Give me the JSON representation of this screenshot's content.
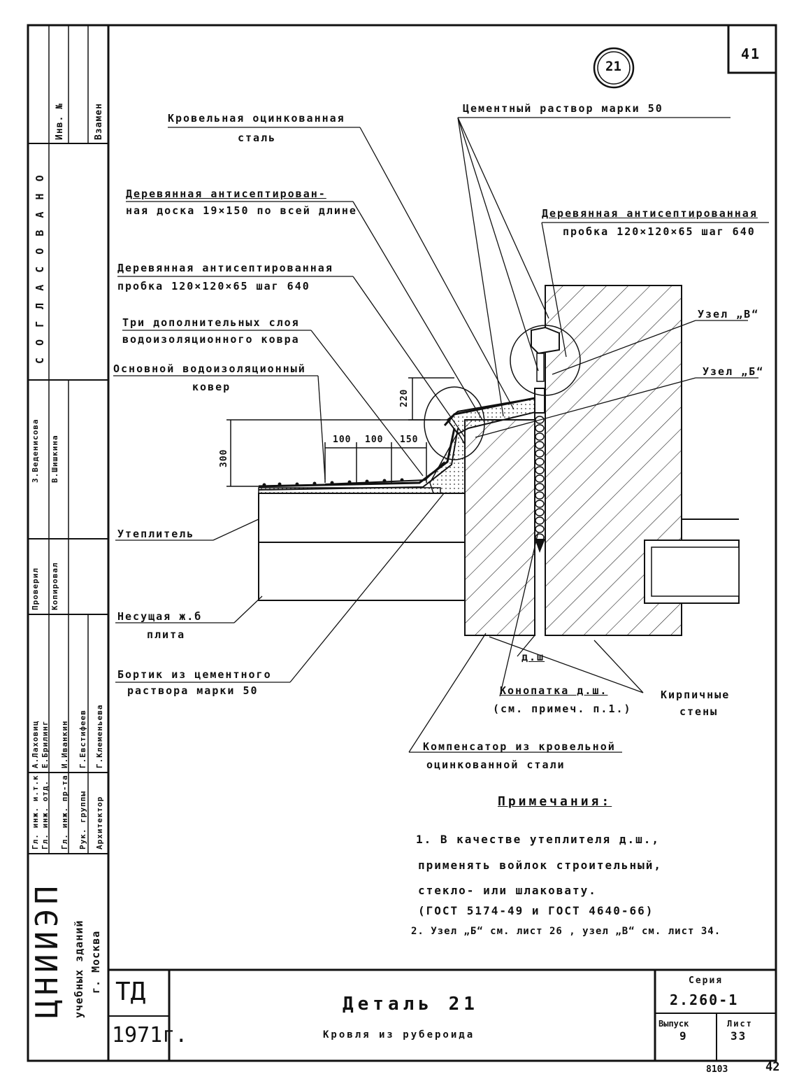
{
  "sheet_number_top": "41",
  "detail_circle": "21",
  "labels": {
    "roof_steel_1": "Кровельная оцинкованная",
    "roof_steel_2": "сталь",
    "cement_mortar": "Цементный раствор марки 50",
    "board_1": "Деревянная антисептирован-",
    "board_2": "ная доска 19×150 по всей длине",
    "plug_right_1": "Деревянная антисептированная",
    "plug_right_2": "пробка 120×120×65 шаг 640",
    "plug_left_1": "Деревянная антисептированная",
    "plug_left_2": "пробка 120×120×65 шаг 640",
    "three_layers_1": "Три дополнительных слоя",
    "three_layers_2": "водоизоляционного ковра",
    "base_carpet_1": "Основной водоизоляционный",
    "base_carpet_2": "ковер",
    "node_v": "Узел „В“",
    "node_b": "Узел „Б“",
    "insulation": "Утеплитель",
    "slab_1": "Несущая ж.б",
    "slab_2": "плита",
    "curb_1": "Бортик из цементного",
    "curb_2": "раствора марки 50",
    "dsh": "д.ш",
    "caulk_1": "Конопатка д.ш.",
    "caulk_2": "(см. примеч. п.1.)",
    "brick_1": "Кирпичные",
    "brick_2": "стены",
    "comp_1": "Компенсатор из кровельной",
    "comp_2": "оцинкованной стали"
  },
  "dims": {
    "d220": "220",
    "d300": "300",
    "d100a": "100",
    "d100b": "100",
    "d150": "150"
  },
  "notes": {
    "title": "Примечания:",
    "line1": "1. В качестве утеплителя д.ш.,",
    "line2": "применять войлок строительный,",
    "line3": "стекло- или шлаковату.",
    "line4": "(ГОСТ 5174-49 и ГОСТ 4640-66)",
    "line5": "2. Узел „Б“ см. лист 26 , узел „В“ см. лист 34."
  },
  "sidebar": {
    "col1": "Инв. №",
    "col2": "Взамен",
    "agreed": "С О Г Л А С О В А Н О",
    "names_a": "З.Веденисова",
    "names_b": "В.Шишкина",
    "checked": "Проверил",
    "copied": "Копировал",
    "person1": "А.Лаховиц",
    "person2": "Е.Брилинг",
    "person3": "И.Иванкин",
    "person4": "Г.Евстифеев",
    "person5": "Г.Клеменьева",
    "role1": "Гл. инж. и.т.к",
    "role2": "Гл. инж. отд.",
    "role3": "Гл. инж. пр-та",
    "role4": "Рук. группы",
    "role5": "Архитектор",
    "org": "ЦНИИЭП",
    "org_sub1": "учебных зданий",
    "org_sub2": "г. Москва"
  },
  "title_block": {
    "td": "ТД",
    "year": "1971г.",
    "title": "Деталь 21",
    "subtitle": "Кровля из рубероида",
    "series_label": "Серия",
    "series": "2.260-1",
    "issue_label": "Выпуск",
    "issue": "9",
    "sheet_label": "Лист",
    "sheet": "33"
  },
  "footer": {
    "code": "8103",
    "page": "42"
  }
}
